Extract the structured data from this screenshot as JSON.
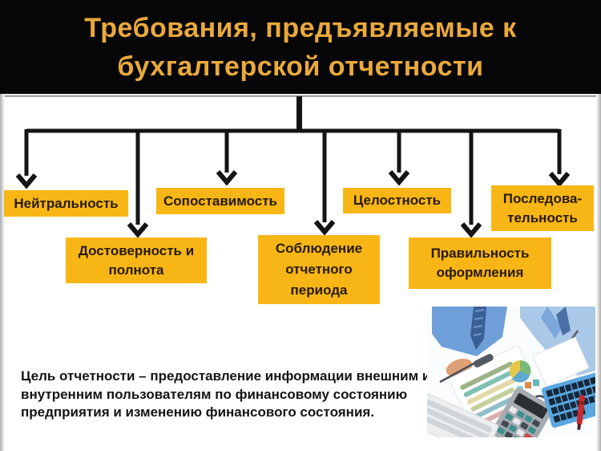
{
  "slide": {
    "title_lines": [
      "Требования, предъявляемые к",
      "бухгалтерской отчетности"
    ],
    "requirements": [
      {
        "id": "neutrality",
        "label_lines": [
          "Нейтральность"
        ]
      },
      {
        "id": "comparability",
        "label_lines": [
          "Сопоставимость"
        ]
      },
      {
        "id": "integrity",
        "label_lines": [
          "Целостность"
        ]
      },
      {
        "id": "consistency",
        "label_lines": [
          "Последова-",
          "тельность"
        ]
      },
      {
        "id": "reliability",
        "label_lines": [
          "Достоверность и",
          "полнота"
        ]
      },
      {
        "id": "reporting-period",
        "label_lines": [
          "Соблюдение",
          "отчетного",
          "периода"
        ]
      },
      {
        "id": "correctness",
        "label_lines": [
          "Правильность",
          "оформления"
        ]
      }
    ],
    "footer_lines": [
      "Цель отчетности – предоставление информации внешним и",
      "внутренним пользователям по финансовому состоянию",
      "предприятия и изменению финансового состояния."
    ],
    "photo_alt": "Бухгалтеры за работой: документы, диаграммы, калькулятор, клавиатура",
    "colors": {
      "banner_bg": "#060606",
      "title_text": "#EAA93C",
      "box_bg": "#F8B616",
      "box_text": "#261A00",
      "connector": "#141414",
      "footer_text": "#141414"
    }
  }
}
